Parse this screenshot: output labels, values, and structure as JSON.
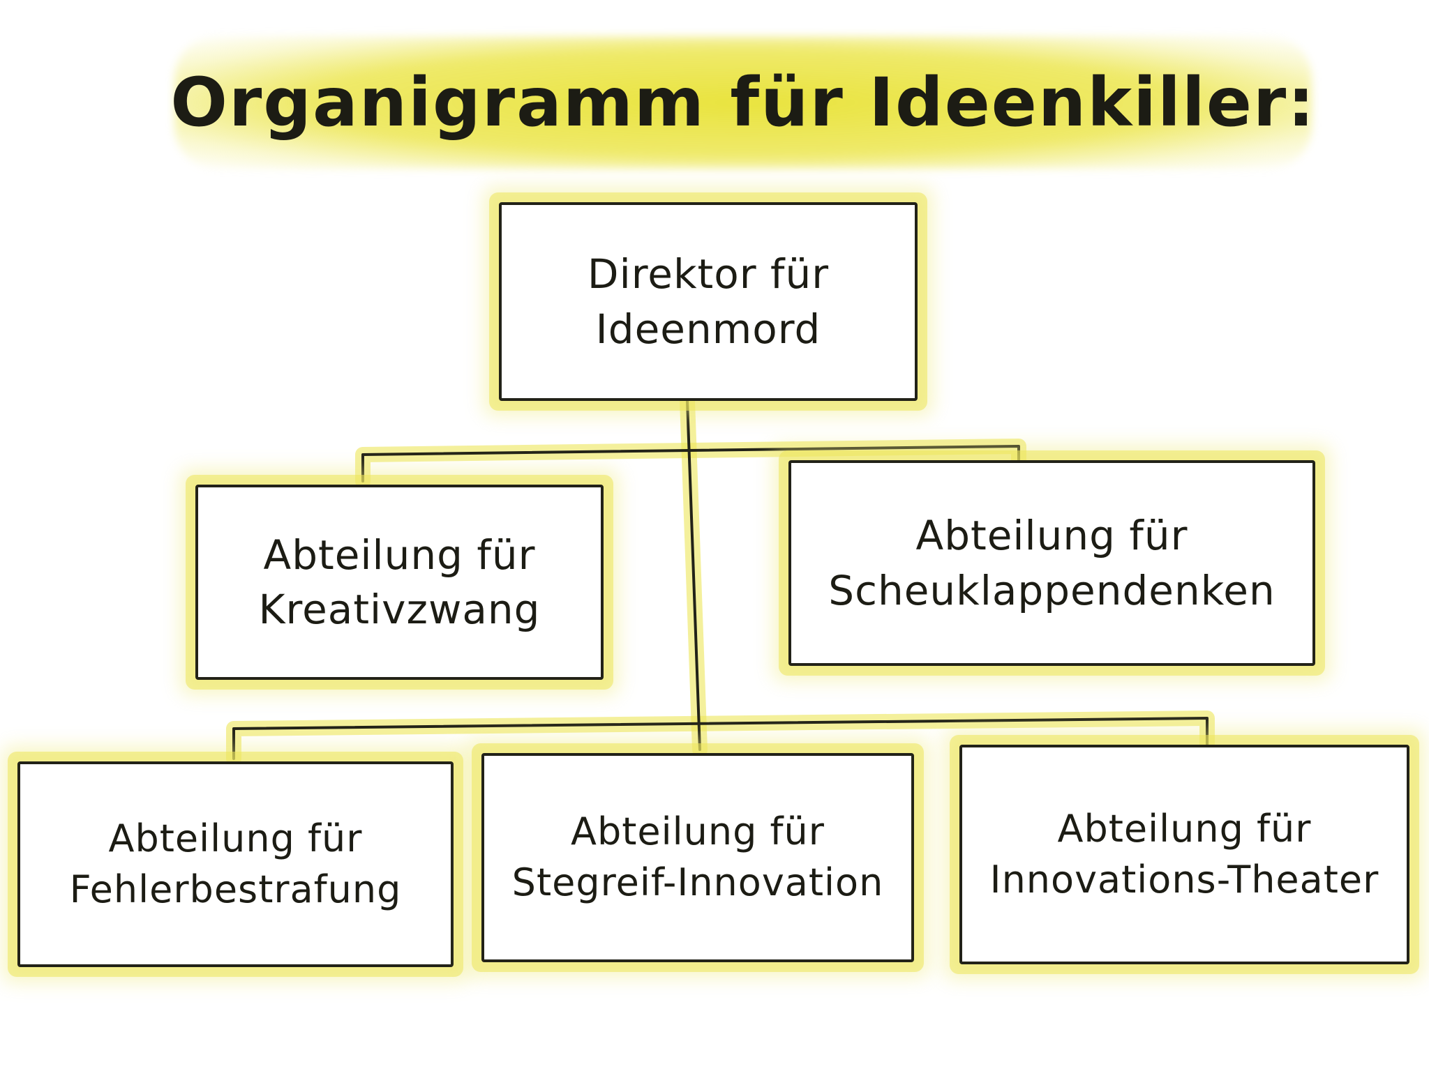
{
  "title": "Organigramm für Ideenkiller:",
  "nodes": [
    {
      "id": "director",
      "label": "Direktor für\nIdeenmord"
    },
    {
      "id": "kreativzwang",
      "label": "Abteilung für\nKreativzwang"
    },
    {
      "id": "scheuklappen",
      "label": "Abteilung für\nScheuklappendenken"
    },
    {
      "id": "fehler",
      "label": "Abteilung für\nFehlerbestrafung"
    },
    {
      "id": "stegreif",
      "label": "Abteilung für\nStegreif-Innovation"
    },
    {
      "id": "theater",
      "label": "Abteilung für\nInnovations-Theater"
    }
  ],
  "colors": {
    "highlight": "#e8e234",
    "ink": "#1c1c14",
    "background": "#ffffff"
  }
}
